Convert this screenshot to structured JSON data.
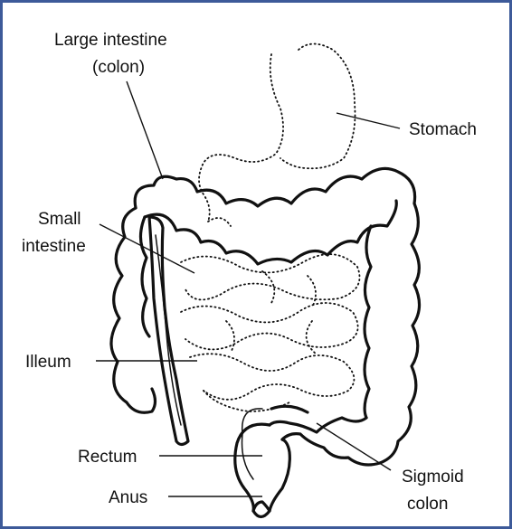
{
  "labels": {
    "large_intestine_1": "Large intestine",
    "large_intestine_2": "(colon)",
    "stomach": "Stomach",
    "small_intestine_1": "Small",
    "small_intestine_2": "intestine",
    "illeum": "Illeum",
    "rectum": "Rectum",
    "anus": "Anus",
    "sigmoid_1": "Sigmoid",
    "sigmoid_2": "colon"
  },
  "colors": {
    "frame": "#3d5a99",
    "ink": "#111111",
    "background": "#ffffff"
  }
}
